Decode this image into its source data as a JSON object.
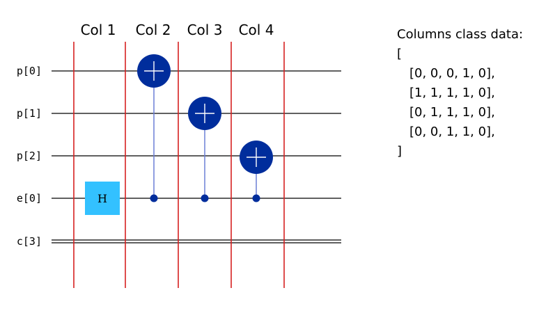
{
  "colors": {
    "wire": "#000000",
    "column_line": "#d62020",
    "target_fill": "#002d9c",
    "control_fill": "#002d9c",
    "connector": "#6b7fd6",
    "hadamard_fill": "#33c1ff"
  },
  "columns": {
    "labels": [
      "Col 1",
      "Col 2",
      "Col 3",
      "Col 4"
    ]
  },
  "wires": {
    "labels": [
      "p[0]",
      "p[1]",
      "p[2]",
      "e[0]",
      "c[3]"
    ]
  },
  "gates": {
    "hadamard_label": "H"
  },
  "panel": {
    "title": "Columns class data:",
    "open_bracket": "[",
    "rows": [
      "[0, 0, 0, 1, 0],",
      "[1, 1, 1, 1, 0],",
      "[0, 1, 1, 1, 0],",
      "[0, 0, 1, 1, 0],"
    ],
    "close_bracket": "]"
  }
}
